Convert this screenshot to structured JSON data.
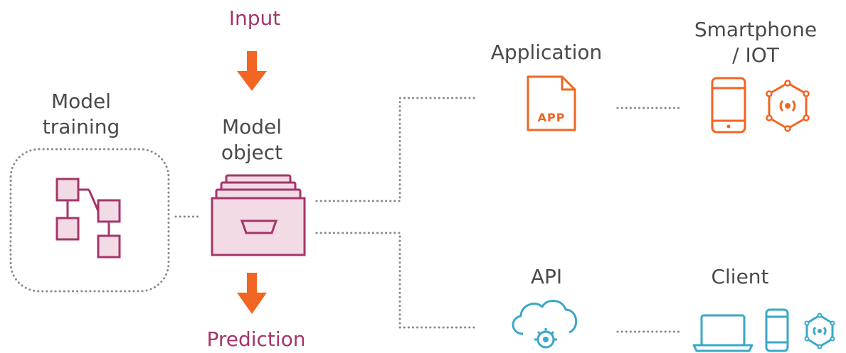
{
  "labels": {
    "input": "Input",
    "prediction": "Prediction",
    "model_training_line1": "Model",
    "model_training_line2": "training",
    "model_object_line1": "Model",
    "model_object_line2": "object",
    "application": "Application",
    "smartphone_iot_line1": "Smartphone",
    "smartphone_iot_line2": "/ IOT",
    "api": "API",
    "client": "Client",
    "app_icon_text": "APP"
  },
  "colors": {
    "text": "#4a4a4a",
    "accent_magenta": "#a5356a",
    "arrow_orange": "#f26522",
    "app_orange": "#f26522",
    "device_blue": "#3aa7c9",
    "connector_gray": "#888888",
    "drawer_fill": "#f2dbe5"
  },
  "icons": {
    "training": "flowchart-icon",
    "model_object": "file-drawer-icon",
    "application": "app-document-icon",
    "smartphone": "smartphone-icon",
    "iot": "iot-hexagon-icon",
    "api": "cloud-gear-icon",
    "client_laptop": "laptop-icon",
    "client_phone": "smartphone-icon",
    "client_iot": "iot-hexagon-icon"
  }
}
